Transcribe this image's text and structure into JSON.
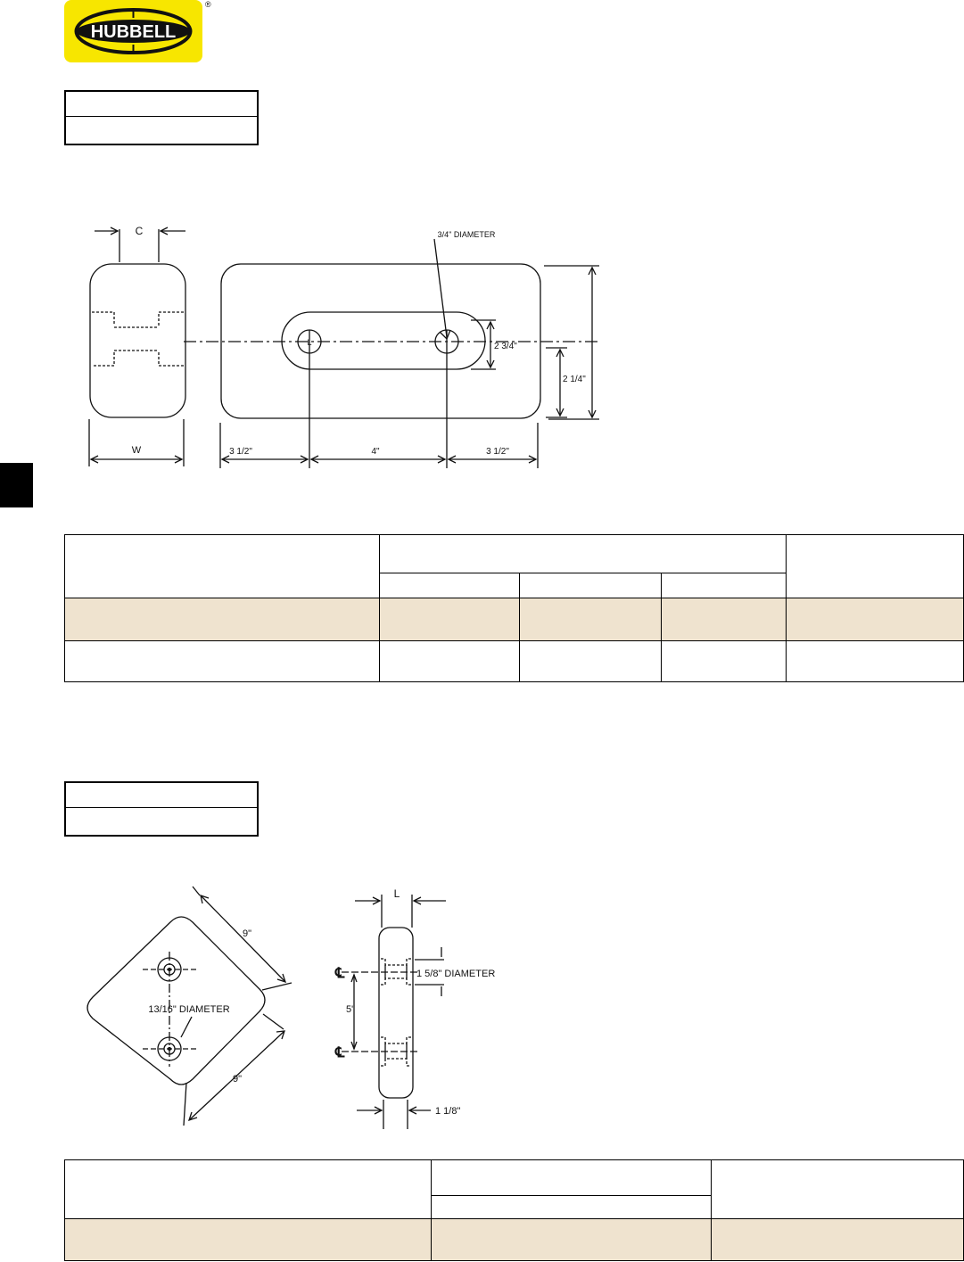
{
  "brand": {
    "name": "HUBBELL",
    "registered": "®",
    "colors": {
      "logo_yellow": "#f7e600",
      "shade": "#efe3cf"
    }
  },
  "figure1": {
    "dim_c": "C",
    "dim_w": "W",
    "hole_label": "3/4\" DIAMETER",
    "slot_height": "2 3/4\"",
    "center_height": "2 1/4\"",
    "left_offset": "3 1/2\"",
    "hole_spacing": "4\"",
    "right_offset": "3 1/2\"",
    "centerline_mark": "L"
  },
  "figure2": {
    "side_a": "9\"",
    "side_b": "9\"",
    "hole_label": "13/16\" DIAMETER",
    "dim_l": "L",
    "counterbore_label": "1 5/8\" DIAMETER",
    "hole_spacing": "5\"",
    "web_thickness": "1 1/8\"",
    "centerline_symbol": "℄"
  }
}
